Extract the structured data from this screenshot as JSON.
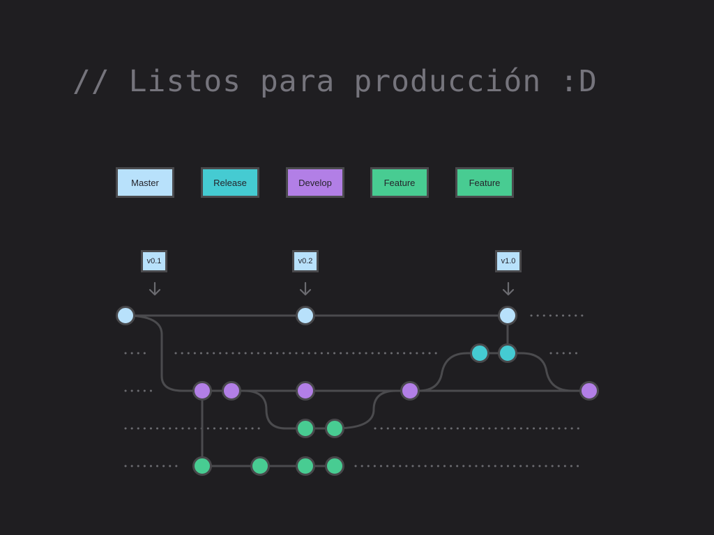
{
  "title": "// Listos para producción :D",
  "colors": {
    "background": "#1f1e21",
    "title": "#75747c",
    "line": "#4b4b4e",
    "dots": "#6b6b70",
    "master": "#b8e1fb",
    "release": "#45cbd2",
    "develop": "#b27fe6",
    "feature": "#48cc92"
  },
  "legend": [
    {
      "label": "Master",
      "color": "#b8e1fb"
    },
    {
      "label": "Release",
      "color": "#45cbd2"
    },
    {
      "label": "Develop",
      "color": "#b27fe6"
    },
    {
      "label": "Feature",
      "color": "#48cc92"
    },
    {
      "label": "Feature",
      "color": "#48cc92"
    }
  ],
  "tags": [
    {
      "label": "v0.1",
      "color": "#b8e1fb"
    },
    {
      "label": "v0.2",
      "color": "#b8e1fb"
    },
    {
      "label": "v1.0",
      "color": "#b8e1fb"
    }
  ],
  "arrow_icon": "arrow-down-icon"
}
